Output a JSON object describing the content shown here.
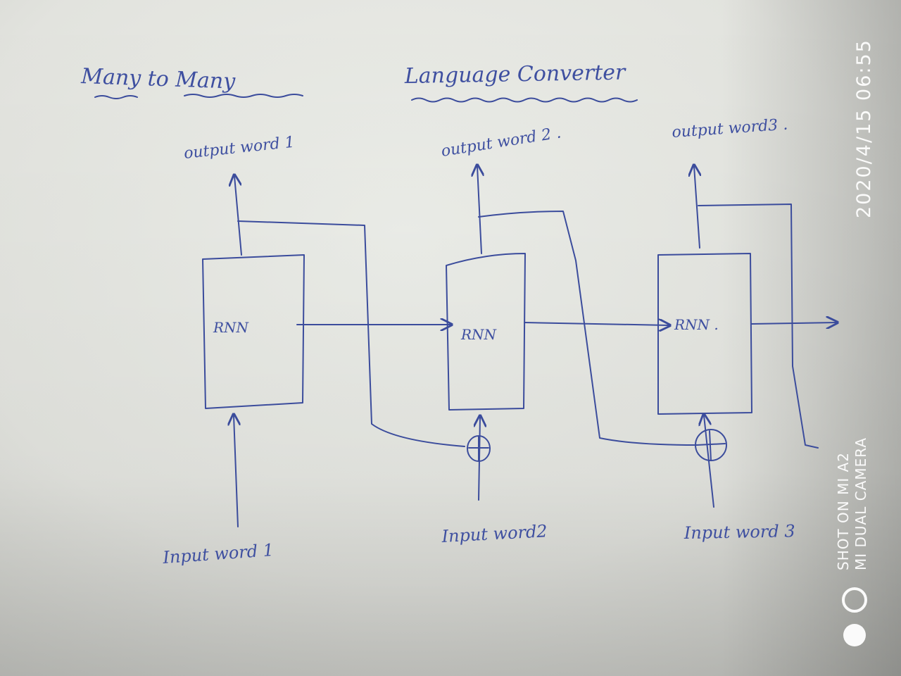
{
  "title": {
    "left": "Many to Many",
    "right": "Language Converter"
  },
  "cells": [
    {
      "label": "RNN"
    },
    {
      "label": "RNN"
    },
    {
      "label": "RNN ."
    }
  ],
  "outputs": [
    "output word 1",
    "output word 2 .",
    "output word3 ."
  ],
  "inputs": [
    "Input word 1",
    "Input word2",
    "Input word 3"
  ],
  "watermark": {
    "datetime": "2020/4/15  06:55",
    "camera_line1": "SHOT ON MI A2",
    "camera_line2": "MI DUAL CAMERA"
  },
  "colors": {
    "ink": "#3b4c9c",
    "paper": "#e4e5e0"
  }
}
